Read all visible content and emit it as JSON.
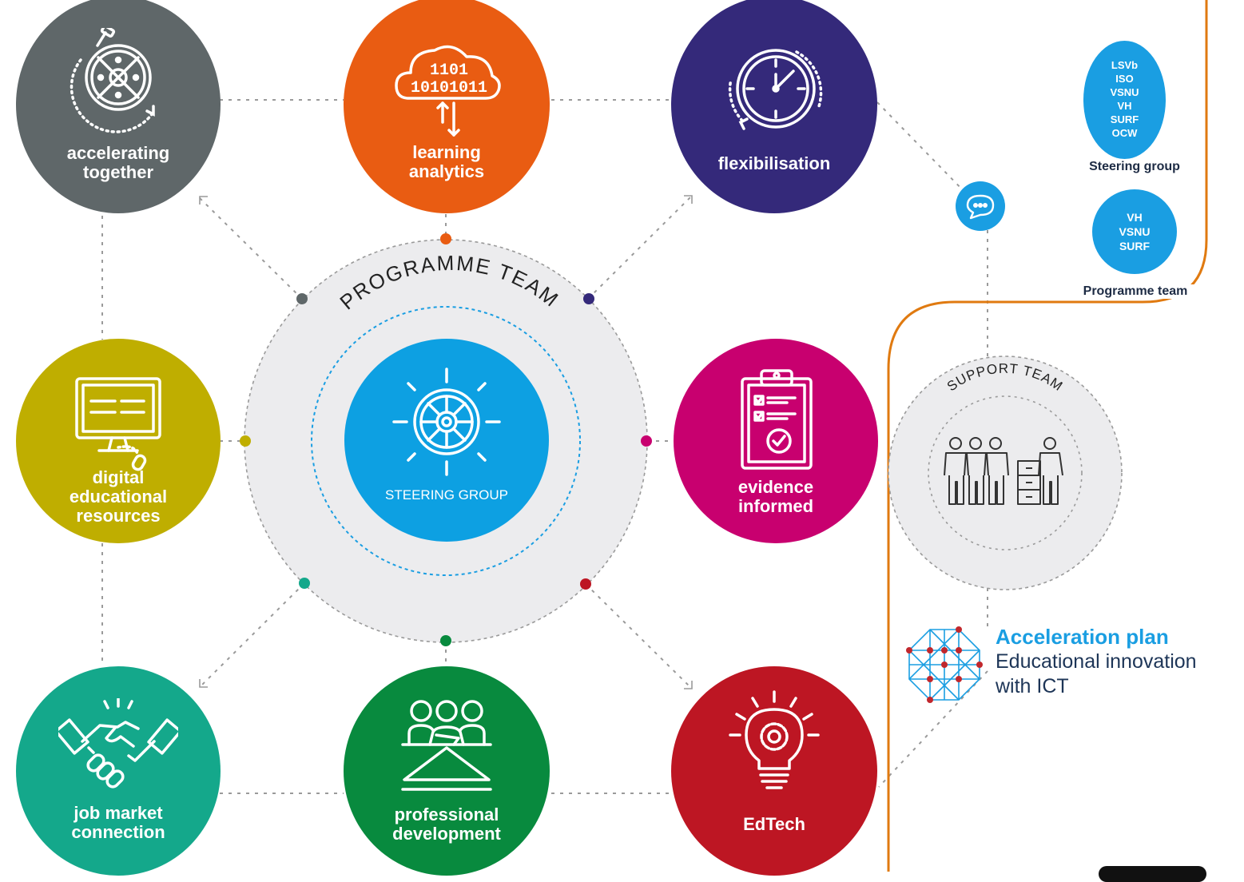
{
  "themes": {
    "accelerating": {
      "line1": "accelerating",
      "line2": "together",
      "color": "#5f6769"
    },
    "learning": {
      "line1": "learning",
      "line2": "analytics",
      "color": "#e95c12"
    },
    "flexibilisation": {
      "line1": "flexibilisation",
      "color": "#34297a"
    },
    "digital": {
      "line1": "digital",
      "line2": "educational",
      "line3": "resources",
      "color": "#bfae00"
    },
    "evidence": {
      "line1": "evidence",
      "line2": "informed",
      "color": "#c8006f"
    },
    "jobmarket": {
      "line1": "job market",
      "line2": "connection",
      "color": "#14a88b"
    },
    "professional": {
      "line1": "professional",
      "line2": "development",
      "color": "#088a3e"
    },
    "edtech": {
      "line1": "EdTech",
      "color": "#bd1623"
    }
  },
  "center": {
    "programme_team": "PROGRAMME TEAM",
    "steering_group": "STEERING GROUP",
    "color": "#0da0e2"
  },
  "support_team": "SUPPORT TEAM",
  "right_panel": {
    "steering_members": [
      "LSVb",
      "ISO",
      "VSNU",
      "VH",
      "SURF",
      "OCW"
    ],
    "steering_caption": "Steering group",
    "programme_members": [
      "VH",
      "VSNU",
      "SURF"
    ],
    "programme_caption": "Programme team"
  },
  "brand": {
    "title": "Acceleration plan",
    "subtitle_line1": "Educational innovation",
    "subtitle_line2": "with ICT",
    "accent_color": "#1a9ee2",
    "frame_color": "#e07a10"
  }
}
